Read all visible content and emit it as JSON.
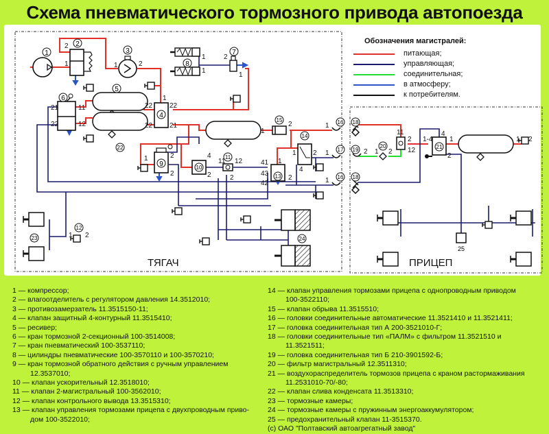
{
  "title": "Схема пневматического тормозного привода автопоезда",
  "legend": {
    "title": "Обозначения магистралей:",
    "items": [
      {
        "label": "питающая;",
        "color": "#e0302a"
      },
      {
        "label": "управляющая;",
        "color": "#1a1a6e"
      },
      {
        "label": "соединительная;",
        "color": "#22dd33"
      },
      {
        "label": "в атмосферу;",
        "color": "#2a55c8"
      },
      {
        "label": "к потребителям.",
        "color": "#111111"
      }
    ]
  },
  "sections": {
    "tractor": "ТЯГАЧ",
    "trailer": "ПРИЦЕП"
  },
  "diagram_labels": {
    "c1": "1",
    "c2": "2",
    "c3": "3",
    "c4": "4",
    "c5": "5",
    "c6": "6",
    "c7": "7",
    "c8": "8",
    "c9": "9",
    "c10": "10",
    "c11": "11",
    "c12": "12",
    "c13": "13",
    "c14": "14",
    "c15": "15",
    "c16": "16",
    "c17": "17",
    "c18": "18",
    "c19": "19",
    "c20": "20",
    "c21": "21",
    "c22": "22",
    "c23": "23",
    "c24": "24",
    "c25": "25",
    "p1": "1",
    "p2": "2",
    "p4": "4",
    "p11": "11",
    "p12": "12",
    "p21": "21",
    "p22": "22",
    "p41": "41",
    "p42": "42",
    "p43": "43",
    "p14": "1-4"
  },
  "notes_left": [
    {
      "text": "1 — компрессор;"
    },
    {
      "text": "2 — влагоотделитель с регулятором давления 14.3512010;"
    },
    {
      "text": "3 — противозамерзатель 11.3515150-11;"
    },
    {
      "text": "4 — клапан защитный 4-контурный 11.3515410;"
    },
    {
      "text": "5 — ресивер;"
    },
    {
      "text": "6 — кран тормозной 2-секционный 100-3514008;"
    },
    {
      "text": "7 — кран пневматический 100-3537110;"
    },
    {
      "text": "8 — цилиндры пневматические 100-3570110 и 100-3570210;"
    },
    {
      "text": "9 —  кран тормозной обратного действия с ручным управлением",
      "cont": "12.3537010;"
    },
    {
      "text": "10 — клапан ускорительный 12.3518010;"
    },
    {
      "text": "11 — клапан 2-магистральный 100-3562010;"
    },
    {
      "text": "12 — клапан контрольного вывода 13.3515310;"
    },
    {
      "text": "13 — клапан управления тормозами прицепа с двухпроводным приво-",
      "cont": "дом  100-3522010;"
    }
  ],
  "notes_right": [
    {
      "text": "14 — клапан управления тормозами прицепа с однопроводным приводом",
      "cont": "100-3522110;"
    },
    {
      "text": "15 — клапан обрыва 11.3515510;"
    },
    {
      "text": "16 — головки соединительные автоматические 11.3521410 и 11.3521411;"
    },
    {
      "text": "17 — головка соединительная тип А 200-3521010-Г;"
    },
    {
      "text": "18 —  головки  соединительные  тип  «ПАЛМ»  с  фильтром  11.3521510  и",
      "cont": "11.3521511;"
    },
    {
      "text": "19 — головка соединительная тип Б 210-3901592-Б;"
    },
    {
      "text": "20 — фильтр магистральный 12.3511310;"
    },
    {
      "text": "21 — воздухораспределитель тормозов прицепа с краном растормаживания",
      "cont": "11.2531010-70/-80;"
    },
    {
      "text": "22 — клапан слива конденсата 11.3513310;"
    },
    {
      "text": "23 — тормозные камеры;"
    },
    {
      "text": "24 — тормозные камеры с пружинным энергоаккумулятором;"
    },
    {
      "text": "25 — предохранительный клапан 11-3515370."
    },
    {
      "text": "(с) ОАО \"Полтавский автоагрегатный завод\""
    }
  ],
  "colors": {
    "background": "#bff23a",
    "supply": "#e0302a",
    "control": "#1a1a6e",
    "connecting": "#22dd33",
    "atmosphere": "#2a55c8"
  }
}
